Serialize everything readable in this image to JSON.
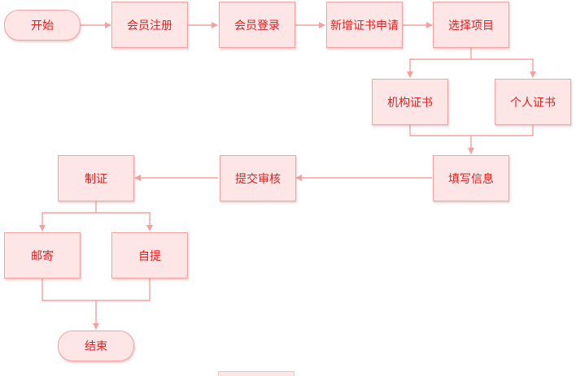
{
  "nodes": {
    "start": "开始",
    "member_register": "会员注册",
    "member_login": "会员登录",
    "new_cert_application": "新增证书申请",
    "select_project": "选择项目",
    "org_cert": "机构证书",
    "personal_cert": "个人证书",
    "fill_info": "填写信息",
    "submit_review": "提交审核",
    "make_cert": "制证",
    "mail": "邮寄",
    "self_pickup": "自提",
    "end": "结束"
  },
  "colors": {
    "node_fill": "#ffe6e6",
    "node_border": "#f3a3a3",
    "text": "#e02020",
    "connector": "#f5a0a0"
  }
}
